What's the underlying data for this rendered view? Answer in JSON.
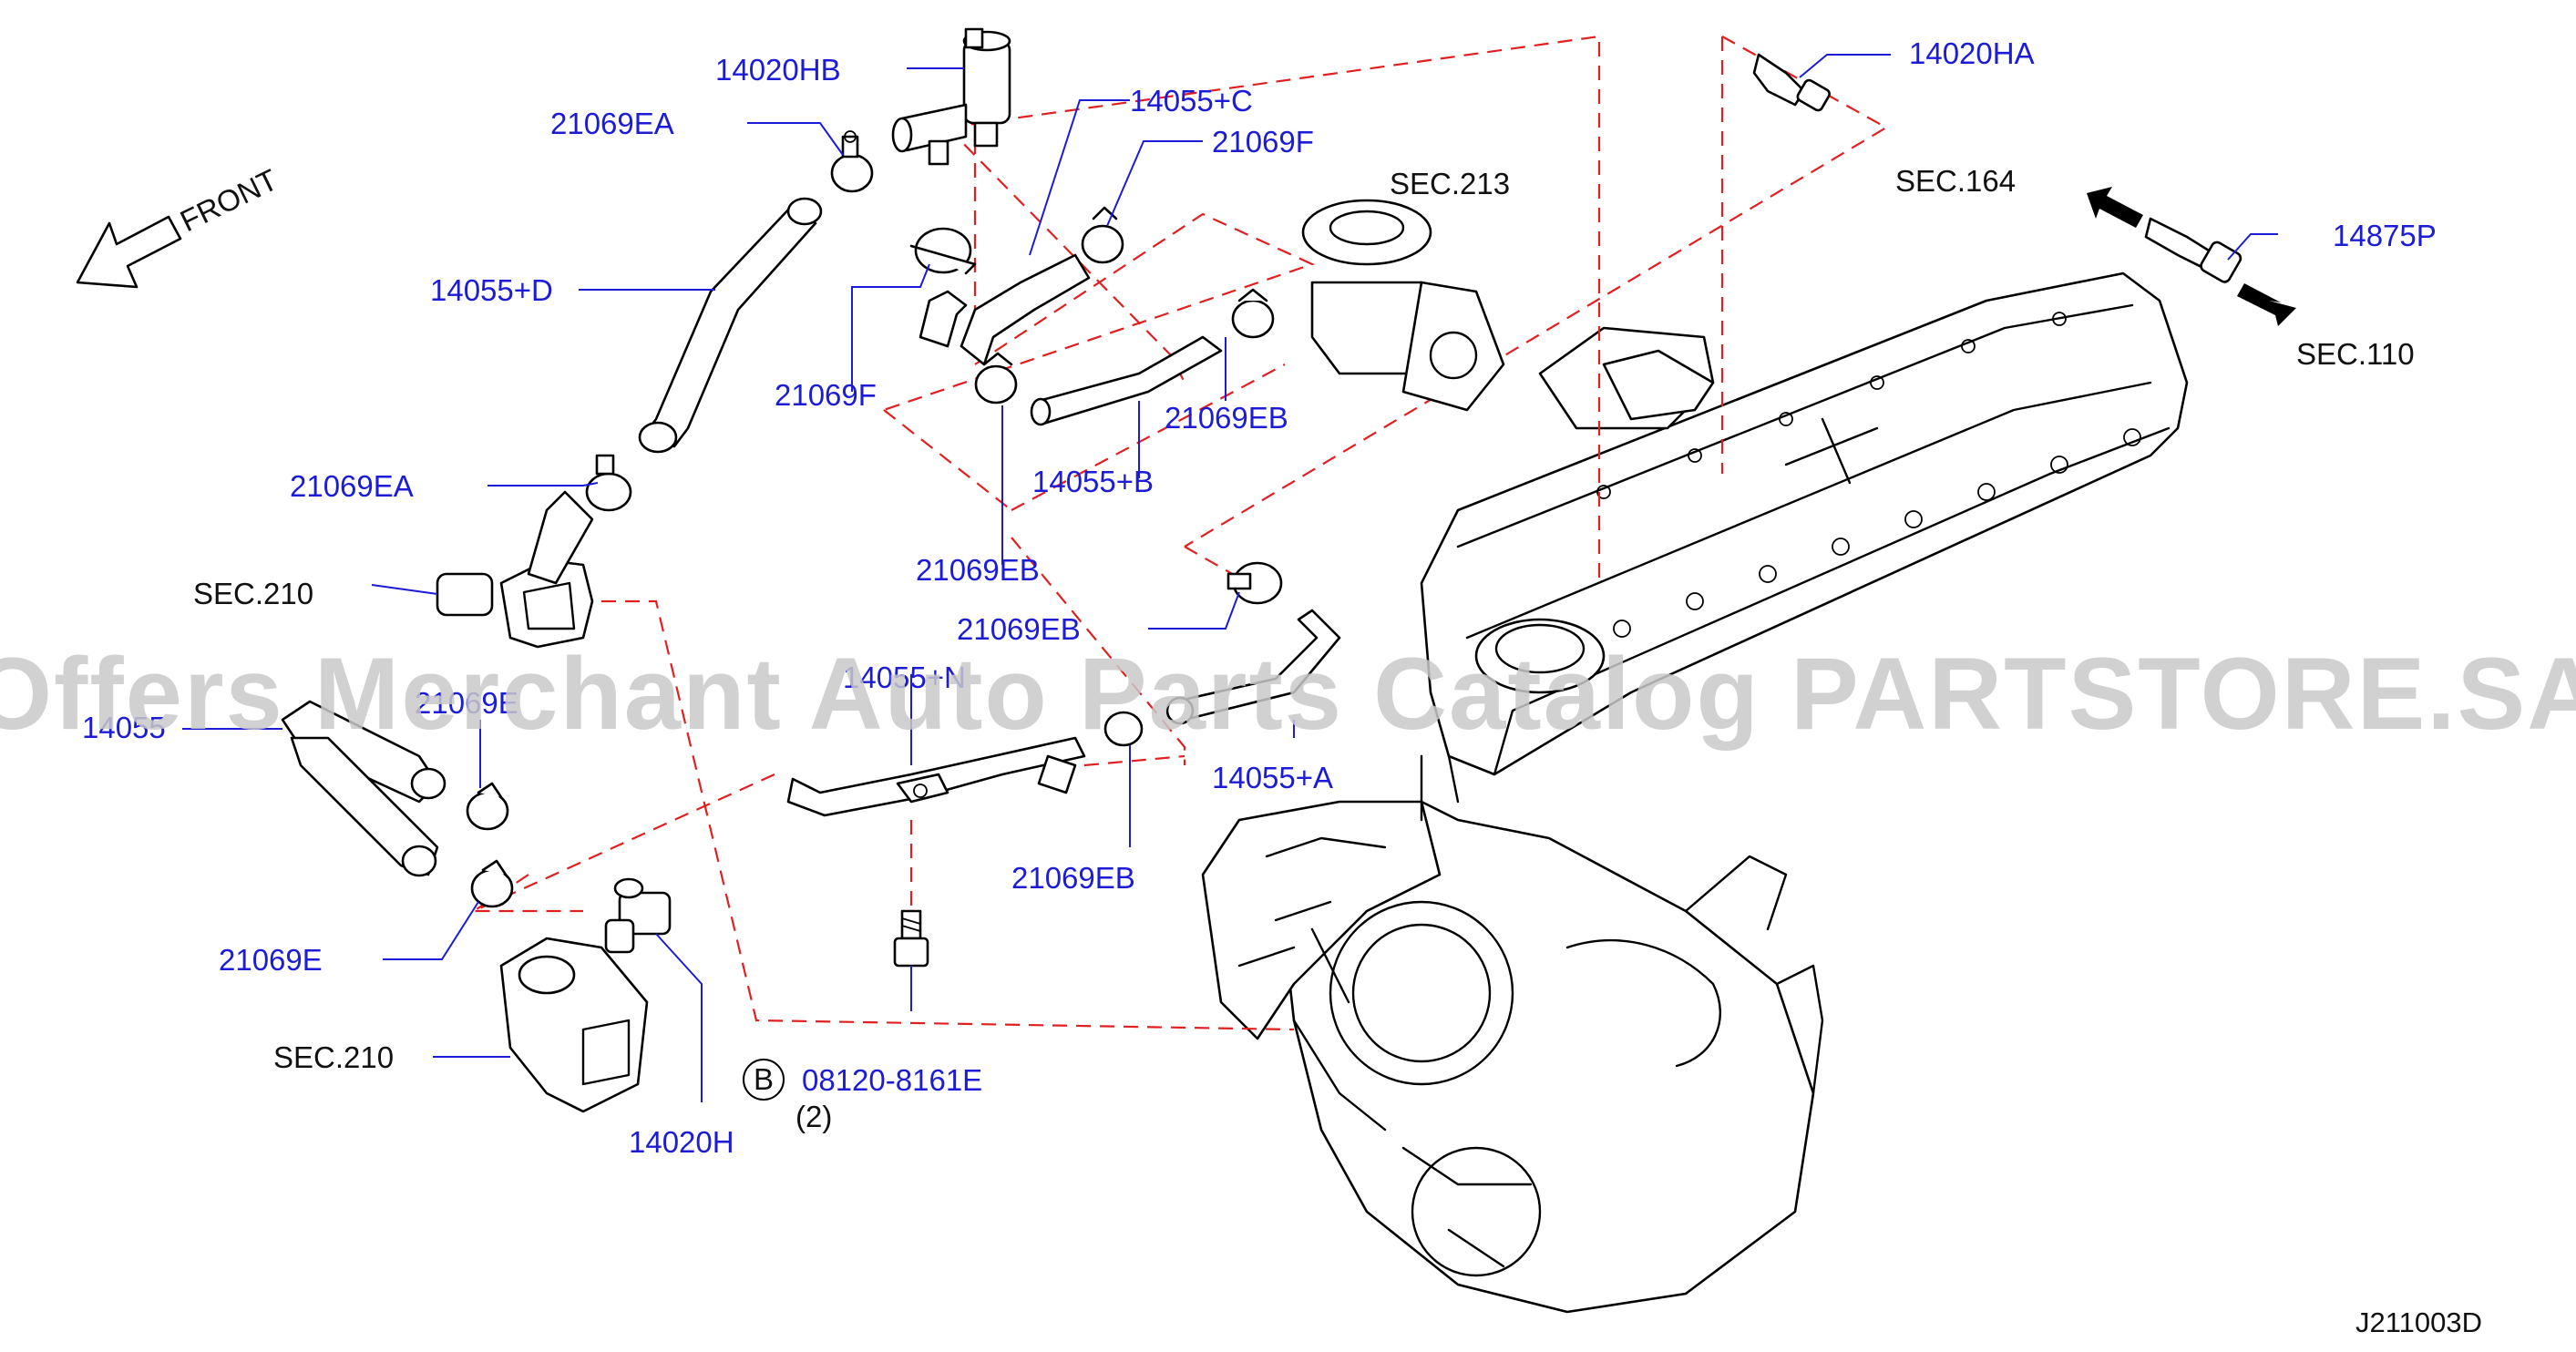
{
  "diagram": {
    "code": "J211003D",
    "watermark": "Offers Merchant Auto Parts Catalog PARTSTORE.SA",
    "direction_label": "FRONT",
    "parts": {
      "p14020HB": "14020HB",
      "p21069EA_top": "21069EA",
      "p14055C": "14055+C",
      "p21069F_top": "21069F",
      "p14055D": "14055+D",
      "p21069F_mid": "21069F",
      "p21069EA_mid": "21069EA",
      "p14055B": "14055+B",
      "p21069EB_right": "21069EB",
      "p21069EB_left": "21069EB",
      "p21069EB_center": "21069EB",
      "p14055N": "14055+N",
      "p14055": "14055",
      "p21069E_top": "21069E",
      "p14055A": "14055+A",
      "p21069EB_bottom": "21069EB",
      "p21069E_bottom": "21069E",
      "p08120": "08120-8161E",
      "p08120_qty": "(2)",
      "p08120_badge": "B",
      "p14020H": "14020H",
      "p14020HA": "14020HA",
      "p14875P": "14875P"
    },
    "sections": {
      "s213": "SEC.213",
      "s164": "SEC.164",
      "s110": "SEC.110",
      "s210_top": "SEC.210",
      "s210_bottom": "SEC.210"
    }
  }
}
